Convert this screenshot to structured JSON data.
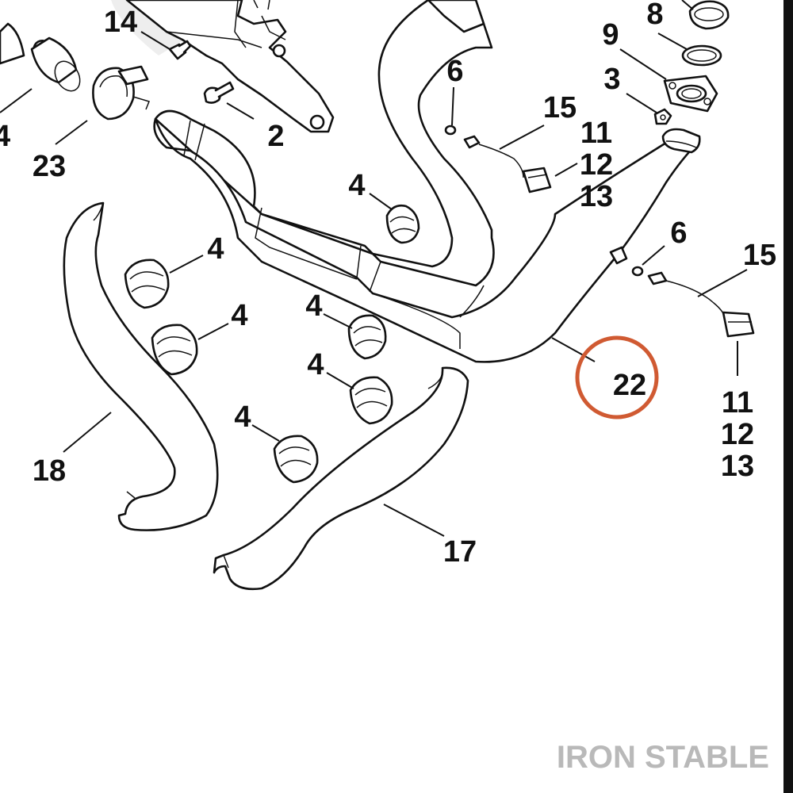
{
  "diagram": {
    "labels": {
      "l14": "14",
      "l23": "23",
      "l4_partial": "4",
      "l2": "2",
      "l8": "8",
      "l9": "9",
      "l3": "3",
      "l6a": "6",
      "l15a": "15",
      "l11a": "11",
      "l12a": "12",
      "l13a": "13",
      "l4a": "4",
      "l4b": "4",
      "l4c": "4",
      "l4d": "4",
      "l4e": "4",
      "l4f": "4",
      "l6b": "6",
      "l15b": "15",
      "l22": "22",
      "l11b": "11",
      "l12b": "12",
      "l13b": "13",
      "l18": "18",
      "l17": "17"
    },
    "highlight_color": "#d05a32",
    "highlighted_part": "22"
  },
  "watermark": {
    "text": "IRON STABLE",
    "color": "#b9b9b9"
  }
}
